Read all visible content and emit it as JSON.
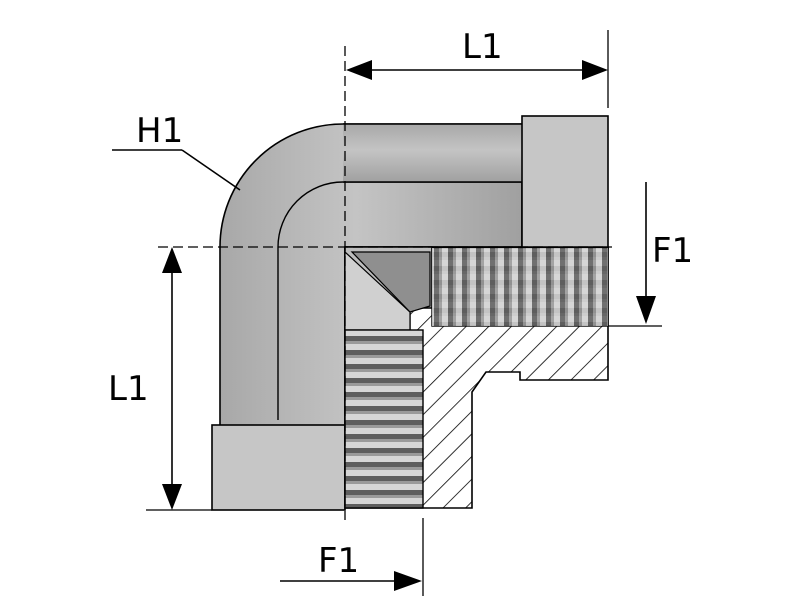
{
  "labels": {
    "l1_top": "L1",
    "l1_left": "L1",
    "f1_right": "F1",
    "f1_bottom": "F1",
    "h1": "H1"
  },
  "colors": {
    "body_fill": "#b5b5b5",
    "body_dark": "#9a9a9a",
    "cap_fill": "#c2c2c2",
    "outline": "#000000",
    "thread_light": "#dcdcdc",
    "thread_dark": "#5a5a5a",
    "hatch": "#000000"
  }
}
